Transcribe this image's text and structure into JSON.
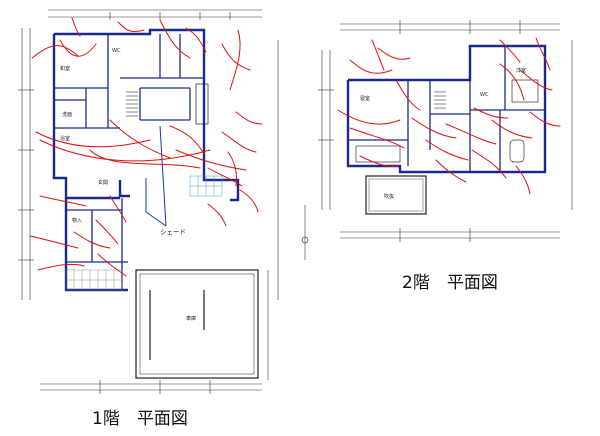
{
  "floor1": {
    "title": "1階　平面図",
    "callout": "シェード",
    "rooms": [
      "和室",
      "洗面",
      "浴室",
      "玄関",
      "車庫",
      "物入",
      "WC"
    ]
  },
  "floor2": {
    "title": "2階　平面図",
    "rooms": [
      "寝室",
      "洋室",
      "WC",
      "吹抜"
    ]
  },
  "colors": {
    "wall": "#1a2a8a",
    "markup": "#e01010",
    "drafting": "#333333",
    "annotation_arrow": "#2030c0"
  }
}
